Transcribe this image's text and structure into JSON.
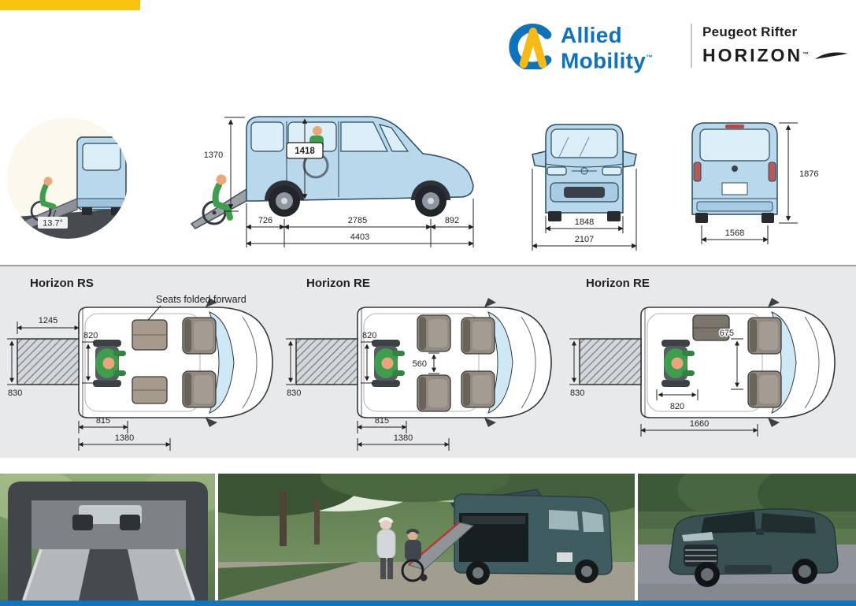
{
  "header": {
    "brand": {
      "line1": "Allied",
      "line2": "Mobility",
      "trademark": "™"
    },
    "vehicle": {
      "model": "Peugeot Rifter",
      "range": "HORIZON",
      "trademark": "™"
    }
  },
  "exterior": {
    "ramp_angle": "13.7°",
    "side": {
      "height_1370": "1370",
      "interior_height_1418": "1418",
      "rear_overhang": "726",
      "wheelbase": "2785",
      "front_overhang": "892",
      "overall_length": "4403"
    },
    "front": {
      "body_width": "1848",
      "overall_width": "2107"
    },
    "rear": {
      "overall_height": "1876",
      "track_width": "1568"
    }
  },
  "layouts": [
    {
      "title": "Horizon RS",
      "annotation": "Seats folded forward",
      "dims": {
        "ramp_length": "1245",
        "interior_width": "820",
        "ramp_width": "830",
        "length_a": "815",
        "length_b": "1380"
      }
    },
    {
      "title": "Horizon RE",
      "dims": {
        "interior_width": "820",
        "between_seats": "560",
        "ramp_width": "830",
        "length_a": "815",
        "length_b": "1380"
      }
    },
    {
      "title": "Horizon RE",
      "dims": {
        "ramp_width": "830",
        "wheelchair_width": "820",
        "between_seats": "675",
        "floor_length": "1660"
      }
    }
  ],
  "colors": {
    "brand_blue": "#0f72ba",
    "brand_yellow": "#f6ba17",
    "van_blue": "#b9d8ec",
    "band_gray": "#e8e9ea",
    "footer_blue": "#1573b9",
    "ink": "#231f20"
  }
}
